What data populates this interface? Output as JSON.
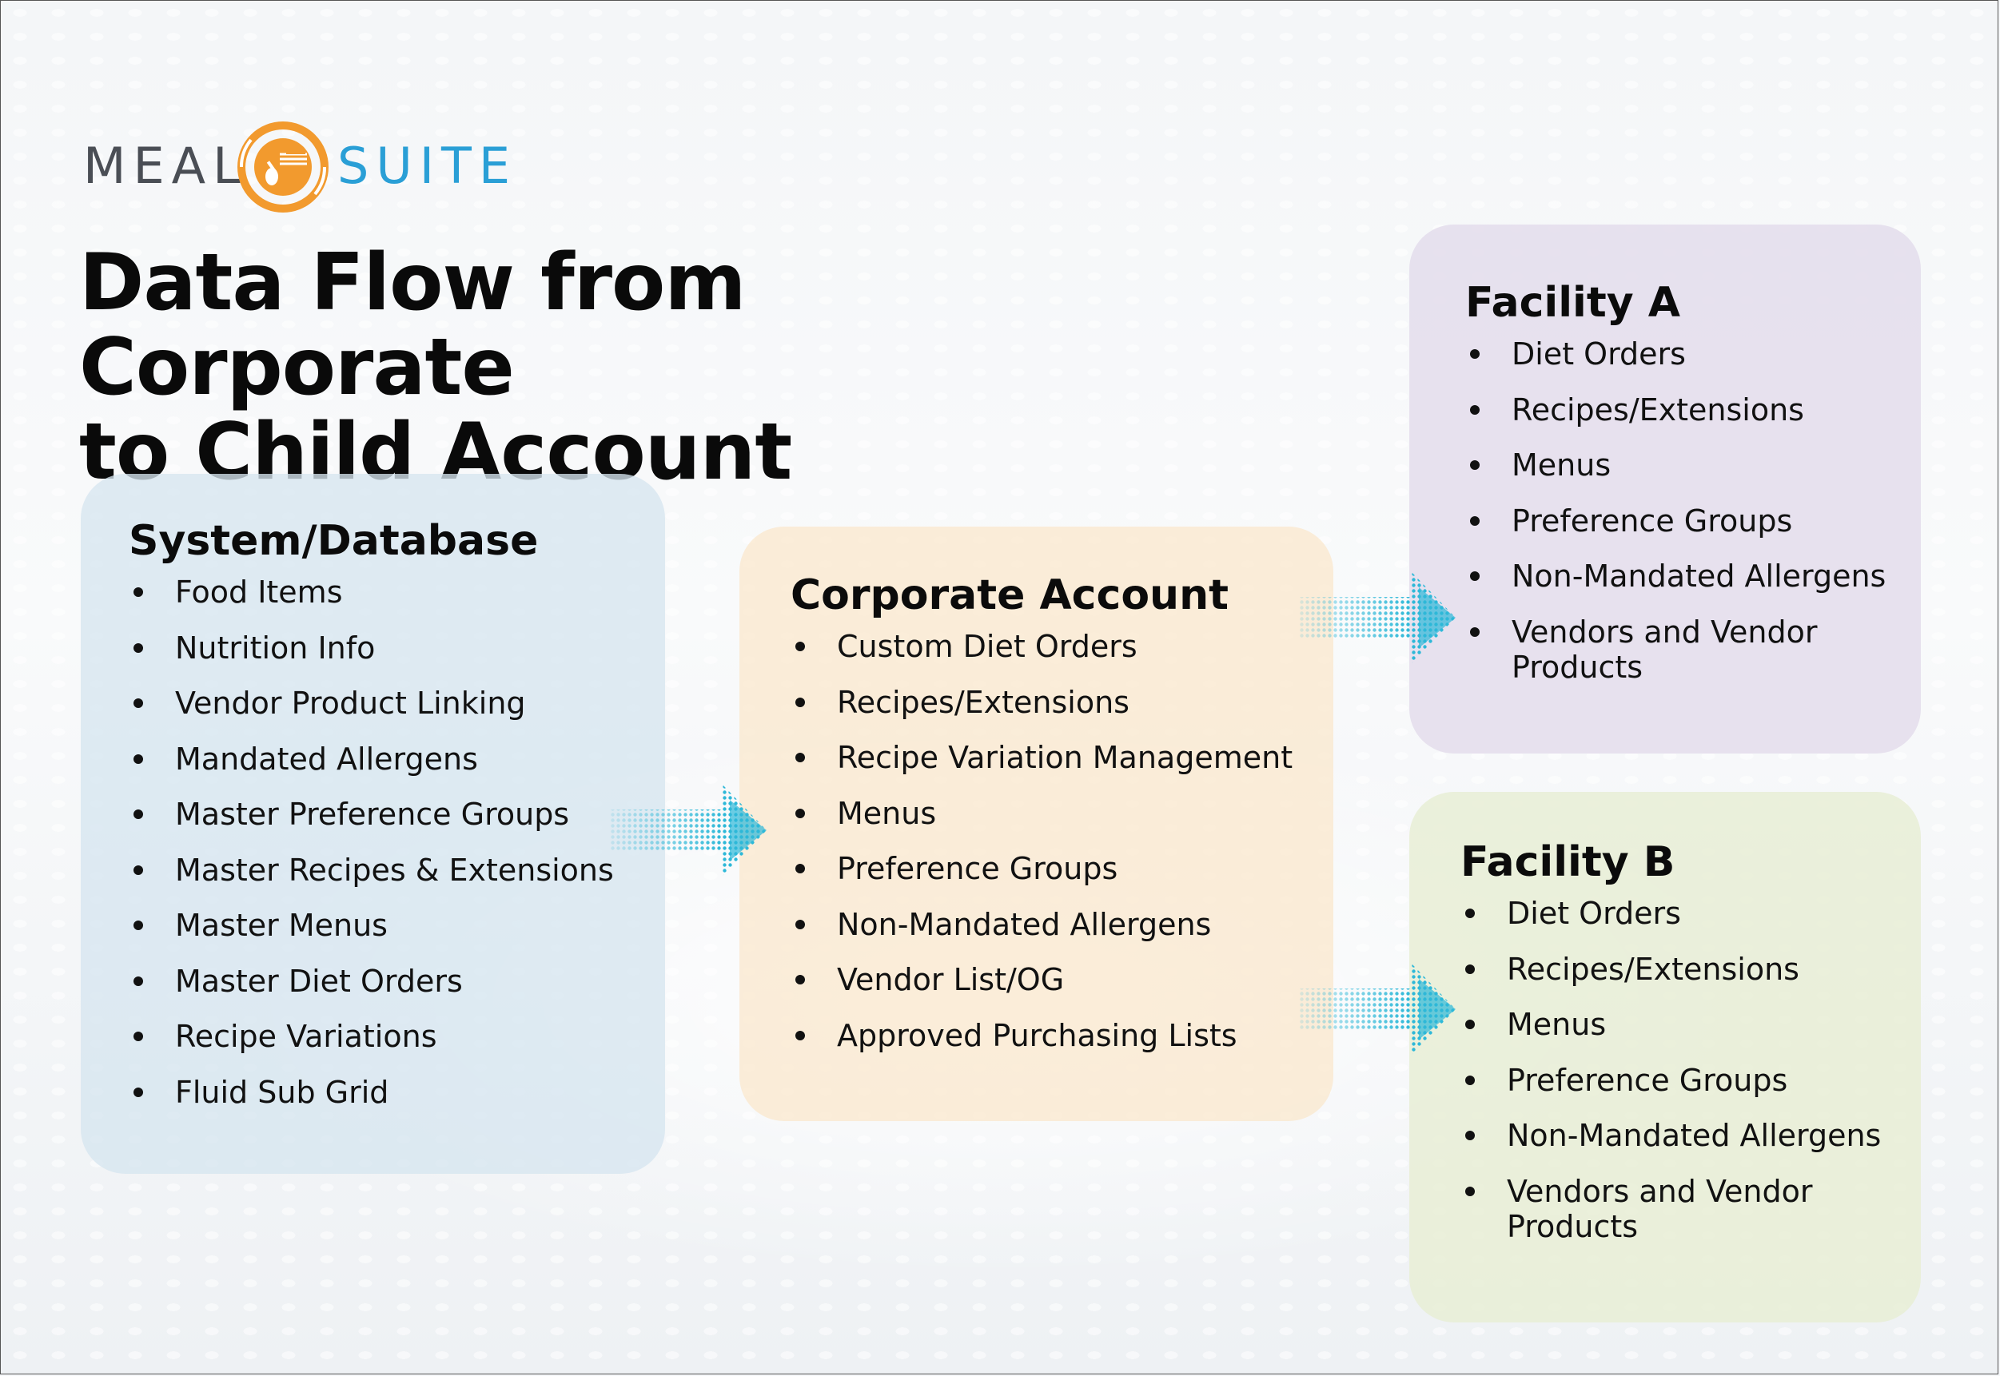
{
  "logo": {
    "left_text": "MEAL",
    "right_text": "SUITE",
    "brand_orange": "#f29a2e",
    "brand_blue": "#2a9fd6"
  },
  "title": {
    "line1": "Data Flow from Corporate",
    "line2": "to Child Account"
  },
  "boxes": {
    "system": {
      "heading": "System/Database",
      "items": [
        "Food Items",
        "Nutrition Info",
        "Vendor Product Linking",
        "Mandated Allergens",
        "Master Preference Groups",
        "Master Recipes & Extensions",
        "Master Menus",
        "Master Diet Orders",
        "Recipe Variations",
        "Fluid Sub Grid"
      ],
      "color": "#d6e6f0"
    },
    "corporate": {
      "heading": "Corporate Account",
      "items": [
        "Custom Diet Orders",
        "Recipes/Extensions",
        "Recipe Variation Management",
        "Menus",
        "Preference Groups",
        "Non-Mandated Allergens",
        "Vendor List/OG",
        "Approved Purchasing Lists"
      ],
      "color": "#fae8ce"
    },
    "facility_a": {
      "heading": "Facility A",
      "items": [
        "Diet Orders",
        "Recipes/Extensions",
        "Menus",
        "Preference Groups",
        "Non-Mandated Allergens",
        "Vendors and Vendor Products"
      ],
      "color": "#e4deec"
    },
    "facility_b": {
      "heading": "Facility B",
      "items": [
        "Diet Orders",
        "Recipes/Extensions",
        "Menus",
        "Preference Groups",
        "Non-Mandated Allergens",
        "Vendors and Vendor Products"
      ],
      "color": "#e8eed6"
    }
  },
  "arrow_color": "#2db8d8"
}
